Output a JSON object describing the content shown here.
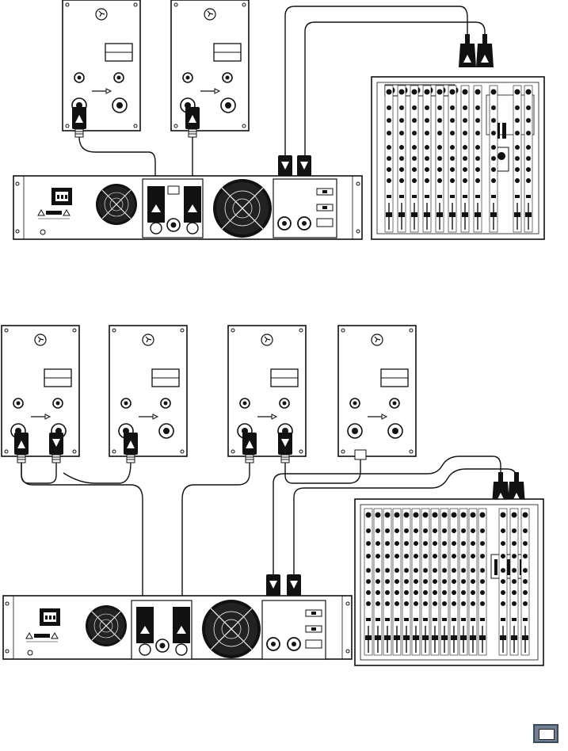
{
  "diagrams": [
    {
      "id": "two-speaker-setup",
      "speakers": 2,
      "mixer": "compact"
    },
    {
      "id": "four-speaker-setup",
      "speakers": 4,
      "mixer": "large"
    }
  ],
  "icons": {
    "brand_logo": "mackie-running-man-icon",
    "fan": "fan-grille-icon",
    "power_inlet": "iec-power-inlet-icon",
    "speakon": "speakon-connector-icon",
    "xlr": "xlr-connector-icon",
    "warning": "warning-triangle-icon",
    "corner_button": "page-corner-button-icon"
  },
  "colors": {
    "line": "#111111",
    "fill": "#ffffff",
    "connector": "#111111",
    "corner_button": "#6e7f93"
  }
}
